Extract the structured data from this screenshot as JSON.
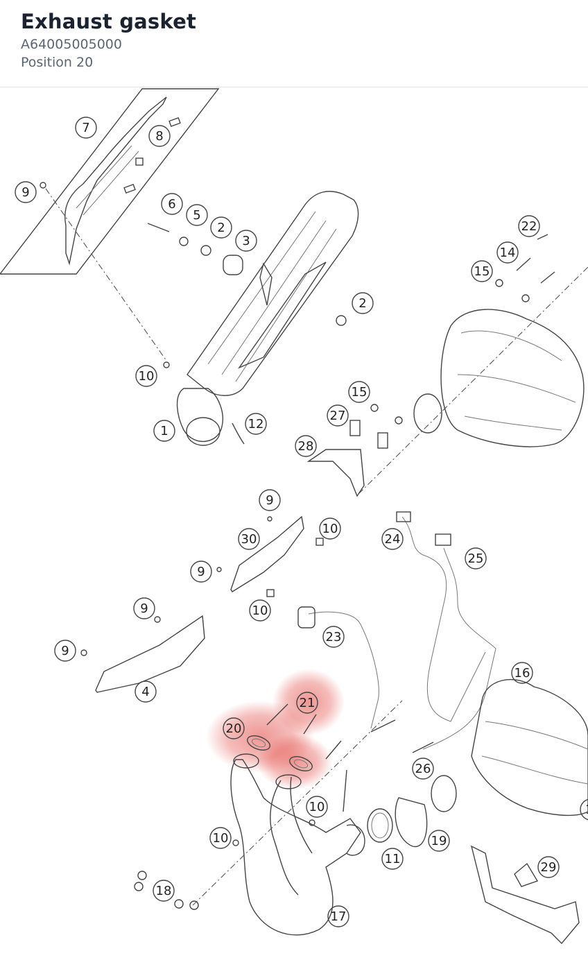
{
  "part": {
    "title": "Exhaust gasket",
    "part_number": "A64005005000",
    "position": "Position 20"
  },
  "diagram": {
    "highlight_color": "#e0403a",
    "callouts": [
      "7",
      "8",
      "9",
      "6",
      "5",
      "2",
      "3",
      "10",
      "1",
      "12",
      "2",
      "22",
      "14",
      "15",
      "15",
      "27",
      "28",
      "9",
      "10",
      "30",
      "9",
      "24",
      "25",
      "10",
      "9",
      "23",
      "9",
      "4",
      "16",
      "21",
      "20",
      "26",
      "10",
      "19",
      "10",
      "11",
      "18",
      "17",
      "29",
      "1"
    ],
    "highlighted": [
      "20",
      "21"
    ]
  }
}
